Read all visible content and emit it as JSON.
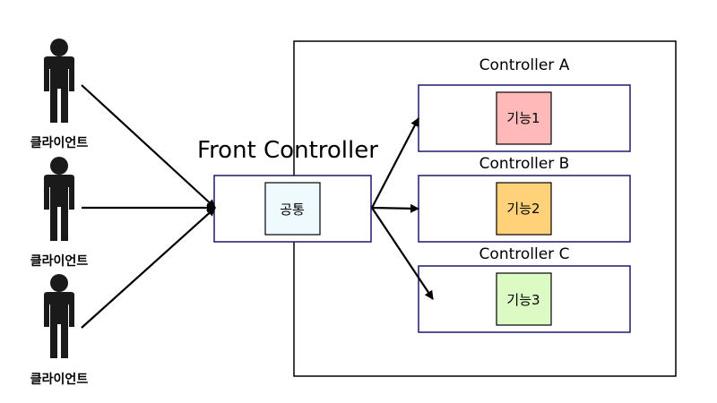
{
  "clients": [
    {
      "label": "클라이언트"
    },
    {
      "label": "클라이언트"
    },
    {
      "label": "클라이언트"
    }
  ],
  "front_controller": {
    "title": "Front Controller",
    "common_label": "공통"
  },
  "controllers": [
    {
      "title": "Controller A",
      "feature_label": "기능1",
      "feature_color": "#ffb9b9"
    },
    {
      "title": "Controller B",
      "feature_label": "기능2",
      "feature_color": "#ffd27a"
    },
    {
      "title": "Controller C",
      "feature_label": "기능3",
      "feature_color": "#dcfbc4"
    }
  ],
  "colors": {
    "box_border": "#1a1a6e",
    "common_fill": "#eefaff",
    "figure": "#1a1a1a"
  }
}
